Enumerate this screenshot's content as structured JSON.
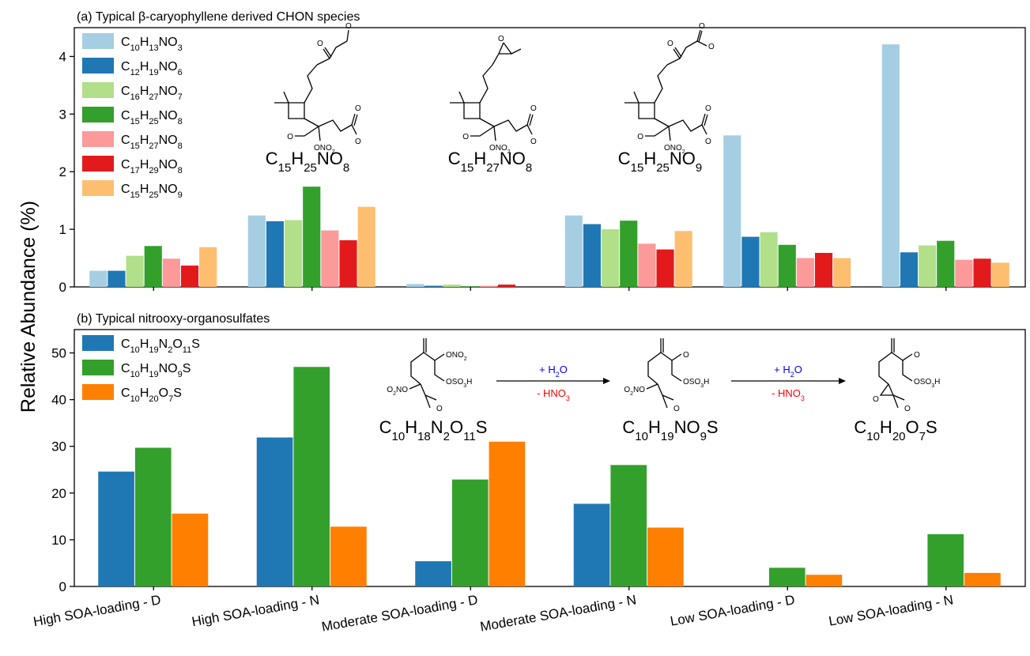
{
  "chart_data": {
    "type": "bar",
    "ylabel": "Relative Abundance (%)",
    "categories": [
      "High SOA-loading - D",
      "High SOA-loading - N",
      "Moderate SOA-loading - D",
      "Moderate SOA-loading - N",
      "Low SOA-loading - D",
      "Low SOA-loading - N"
    ],
    "panels": [
      {
        "title": "(a) Typical β-caryophyllene derived CHON species",
        "ylim": [
          0,
          4.5
        ],
        "yticks": [
          0,
          1,
          2,
          3,
          4
        ],
        "legend_position": "top-left",
        "series": [
          {
            "name": "C10H13NO3",
            "color": "#a6cee3",
            "values": [
              0.28,
              1.24,
              0.05,
              1.24,
              2.63,
              4.21
            ]
          },
          {
            "name": "C12H19NO6",
            "color": "#1f78b4",
            "values": [
              0.28,
              1.14,
              0.02,
              1.09,
              0.87,
              0.6
            ]
          },
          {
            "name": "C16H27NO7",
            "color": "#b2df8a",
            "values": [
              0.54,
              1.16,
              0.04,
              1.0,
              0.95,
              0.72
            ]
          },
          {
            "name": "C15H25NO8",
            "color": "#33a02c",
            "values": [
              0.71,
              1.74,
              0.01,
              1.15,
              0.73,
              0.8
            ]
          },
          {
            "name": "C15H27NO8",
            "color": "#fb9a99",
            "values": [
              0.49,
              0.98,
              0.02,
              0.75,
              0.5,
              0.47
            ]
          },
          {
            "name": "C17H29NO8",
            "color": "#e31a1c",
            "values": [
              0.37,
              0.81,
              0.04,
              0.65,
              0.59,
              0.49
            ]
          },
          {
            "name": "C15H25NO9",
            "color": "#fdbf6f",
            "values": [
              0.69,
              1.39,
              0.0,
              0.97,
              0.5,
              0.42
            ]
          }
        ],
        "structure_labels": [
          "C15H25NO8",
          "C15H27NO8",
          "C15H25NO9"
        ]
      },
      {
        "title": "(b) Typical nitrooxy-organosulfates",
        "ylim": [
          0,
          55
        ],
        "yticks": [
          0,
          10,
          20,
          30,
          40,
          50
        ],
        "legend_position": "top-left",
        "series": [
          {
            "name": "C10H19N2O11S",
            "color": "#1f78b4",
            "values": [
              24.6,
              31.9,
              5.4,
              17.7,
              0,
              0
            ]
          },
          {
            "name": "C10H19NO9S",
            "color": "#33a02c",
            "values": [
              29.7,
              47.0,
              22.9,
              26.0,
              4.0,
              11.2
            ]
          },
          {
            "name": "C10H20O7S",
            "color": "#ff7f00",
            "values": [
              15.6,
              12.8,
              31.0,
              12.6,
              2.5,
              2.9
            ]
          }
        ],
        "structure_labels": [
          "C10H18N2O11S",
          "C10H19NO9S",
          "C10H20O7S"
        ],
        "reaction_step_top": "+ H2O",
        "reaction_step_bottom": "- HNO3",
        "reaction_colors": {
          "top": "#0000ff",
          "bottom": "#ff0000"
        }
      }
    ]
  }
}
